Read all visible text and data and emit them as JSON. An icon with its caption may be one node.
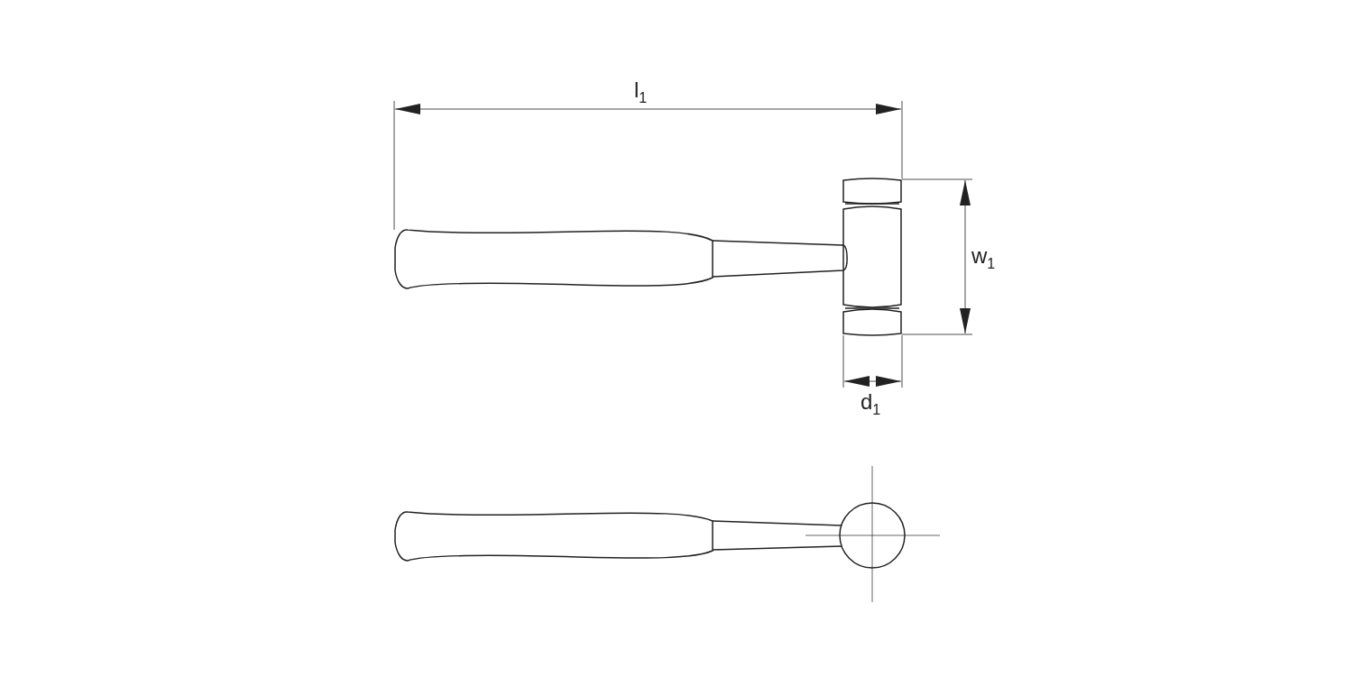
{
  "diagram": {
    "labels": [
      "l$_{1}$",
      "w$_{1}$",
      "d$_{1}$"
    ]
  }
}
